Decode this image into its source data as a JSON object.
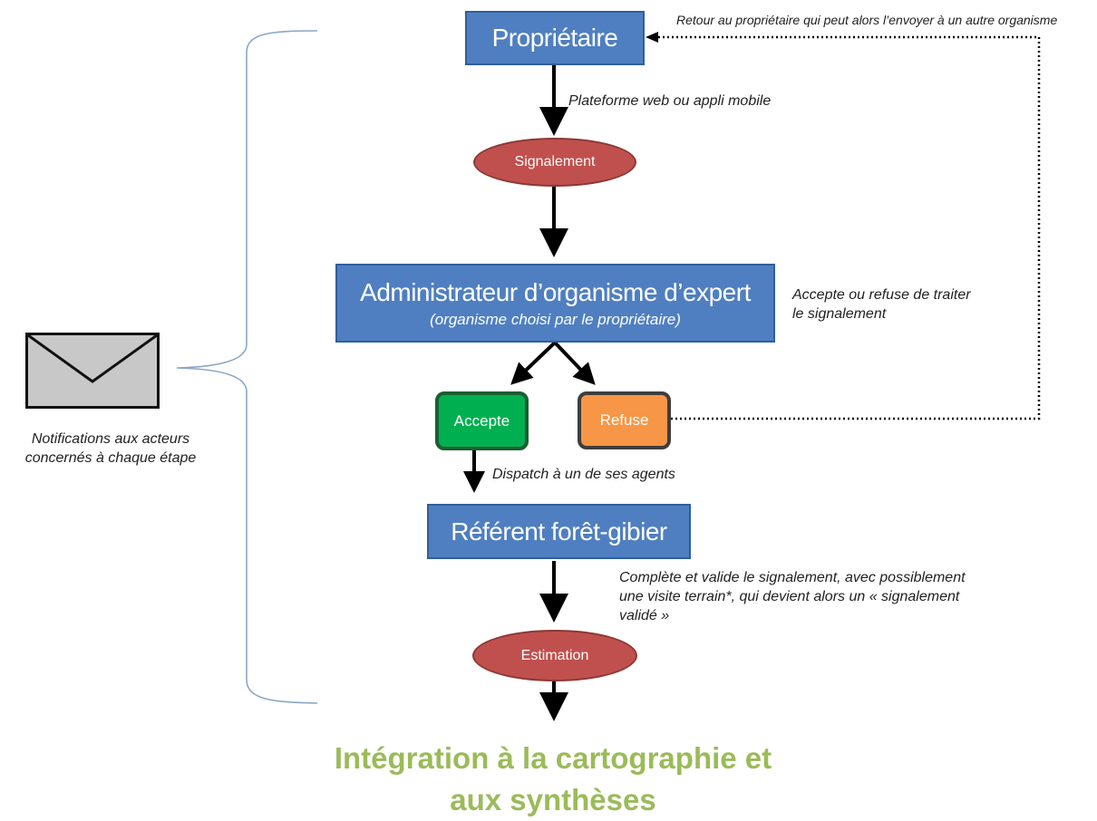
{
  "nodes": {
    "proprietaire": "Propriétaire",
    "signalement": "Signalement",
    "administrateur": "Administrateur d’organisme d’expert",
    "administrateur_sub": "(organisme choisi par le propriétaire)",
    "accepte": "Accepte",
    "refuse": "Refuse",
    "referent": "Référent forêt-gibier",
    "estimation": "Estimation",
    "integration_line1": "Intégration à la cartographie et",
    "integration_line2": "aux synthèses"
  },
  "notes": {
    "retour": "Retour au propriétaire qui peut alors l’envoyer à un autre organisme",
    "plateforme": "Plateforme web ou appli mobile",
    "accepte_refuse_line1": "Accepte ou refuse de traiter",
    "accepte_refuse_line2": "le signalement",
    "dispatch": "Dispatch à un de ses agents",
    "complete_line1": "Complète et valide le signalement, avec possiblement",
    "complete_line2": "une visite terrain*, qui devient alors un « signalement",
    "complete_line3": "validé »",
    "notifications_line1": "Notifications aux acteurs",
    "notifications_line2": "concernés à chaque étape"
  },
  "colors": {
    "box_blue": "#4f7fc0",
    "ellipse_red": "#c0504d",
    "accept_green": "#00b050",
    "refuse_orange": "#f79646",
    "final_green": "#9bbb59",
    "brace_blue": "#8aa6c8"
  },
  "icons": {
    "envelope": "envelope-icon"
  }
}
